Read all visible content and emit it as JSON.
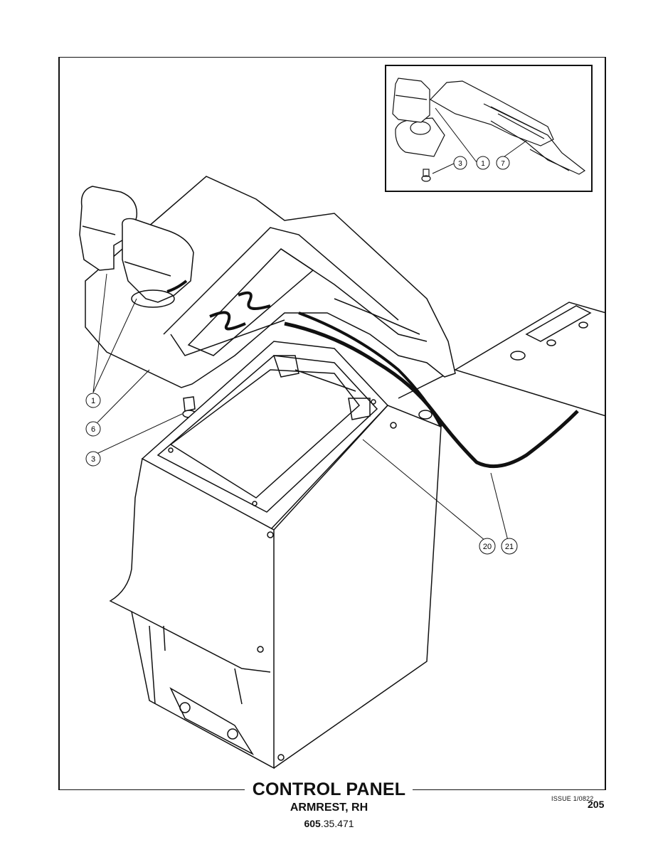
{
  "callouts": {
    "c1": "1",
    "c6": "6",
    "c3": "3",
    "c20": "20",
    "c21": "21",
    "inset_c3": "3",
    "inset_c1": "1",
    "inset_c7": "7"
  },
  "title": {
    "main": "CONTROL PANEL",
    "sub": "ARMREST, RH"
  },
  "part_number": {
    "prefix": "605",
    "suffix": ".35.471"
  },
  "issue": "ISSUE 1/0822",
  "page_number": "205"
}
